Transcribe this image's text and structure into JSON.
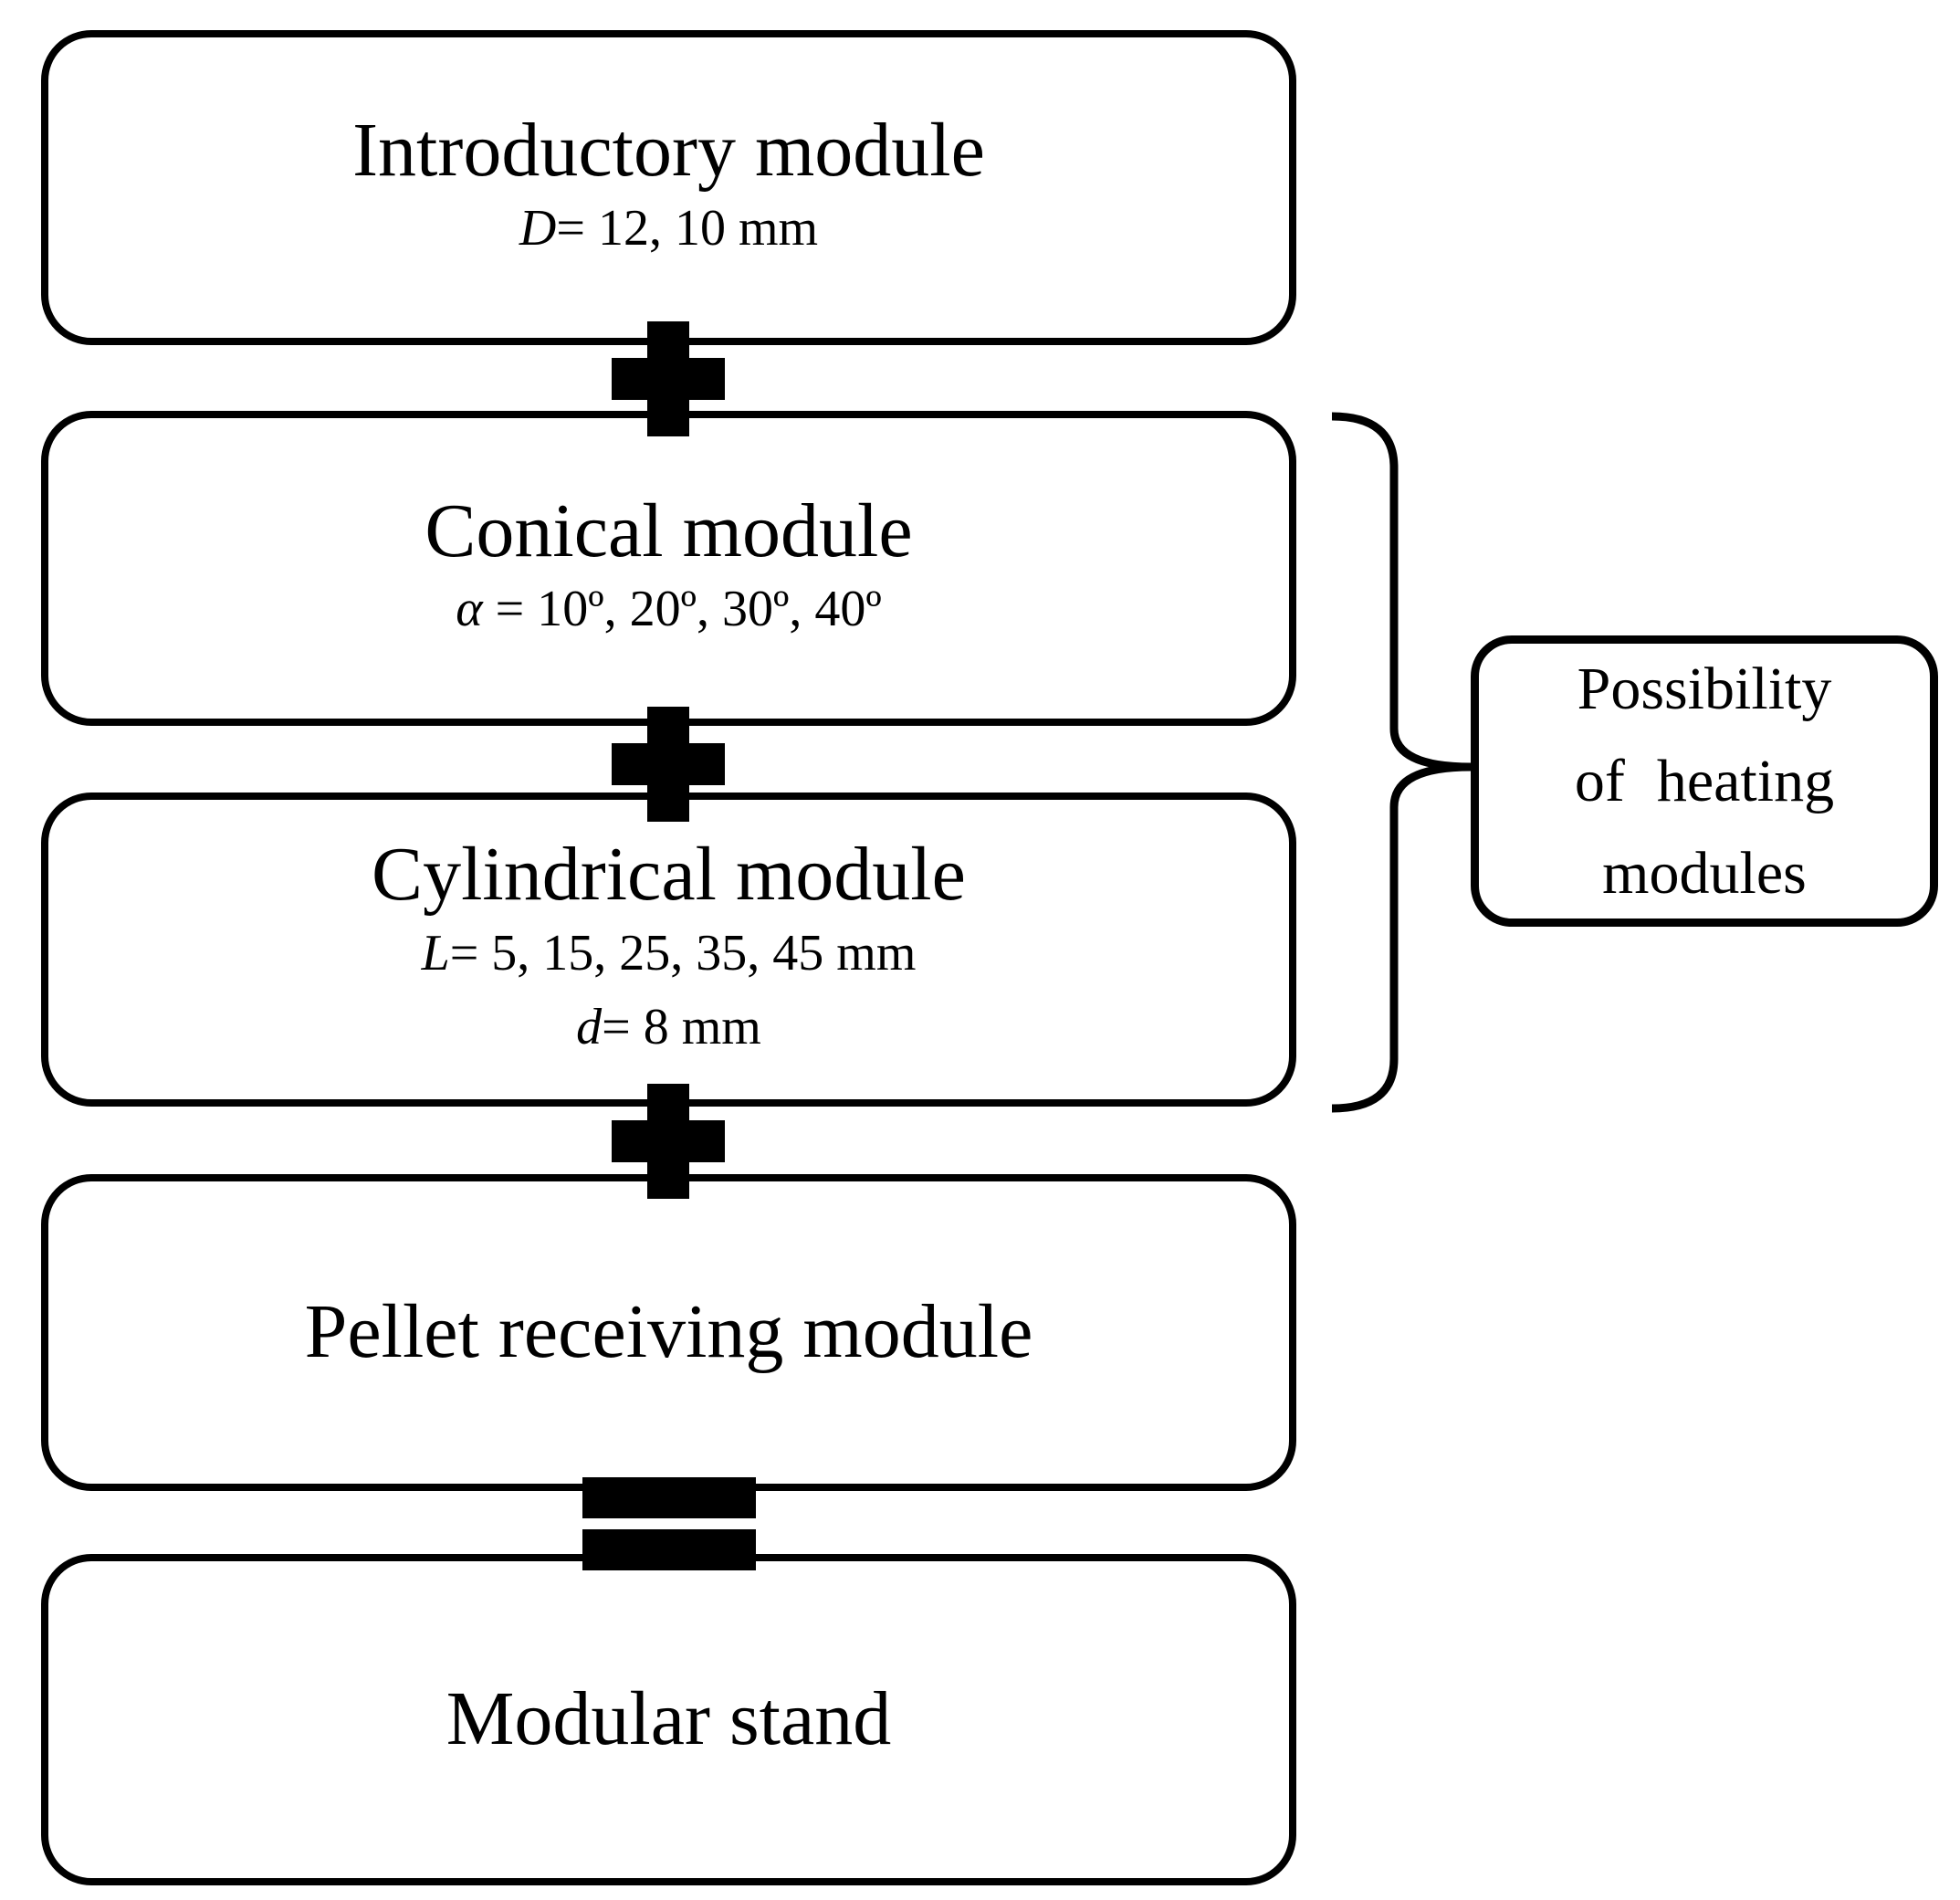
{
  "boxes": [
    {
      "title": "Introductory module",
      "params": [
        {
          "var": "D",
          "rest": "= 12, 10 mm"
        }
      ]
    },
    {
      "title": "Conical module",
      "params": [
        {
          "var": "α",
          "rest": " = 10º, 20º, 30º, 40º"
        }
      ]
    },
    {
      "title": "Cylindrical module",
      "params": [
        {
          "var": "L",
          "rest": "= 5, 15, 25, 35, 45 mm"
        },
        {
          "var": "d",
          "rest": "= 8 mm"
        }
      ]
    },
    {
      "title": "Pellet receiving module",
      "params": []
    },
    {
      "title": "Modular stand",
      "params": []
    }
  ],
  "side_box": {
    "lines": [
      "Possibility",
      "of heating",
      "modules"
    ]
  },
  "connectors": {
    "module_join": "plus-icon",
    "stand_join": "equals-icon",
    "grouping": "right-curly-brace"
  },
  "colors": {
    "ink": "#000000",
    "paper": "#ffffff"
  }
}
